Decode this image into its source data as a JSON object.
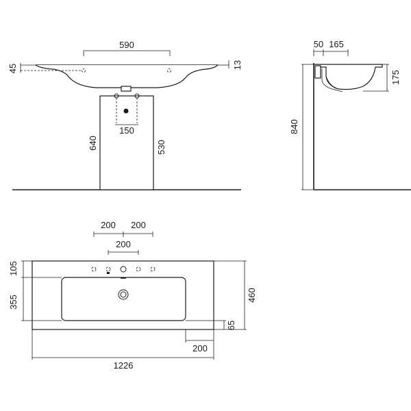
{
  "front_view": {
    "basin_width": "590",
    "overflow_height": "45",
    "rim_thickness": "13",
    "tap_spacing": "150",
    "height_to_rim": "640",
    "height_to_outlet": "530"
  },
  "side_view": {
    "wall_offset": "50",
    "depth_to_bowl": "165",
    "bowl_height": "175",
    "total_height": "840"
  },
  "top_view": {
    "hole_spacing_left": "200",
    "hole_spacing_right": "200",
    "hole_spacing_center": "200",
    "back_margin": "105",
    "bowl_depth": "355",
    "overall_depth": "460",
    "front_margin": "65",
    "side_margin": "200",
    "overall_width": "1226"
  }
}
